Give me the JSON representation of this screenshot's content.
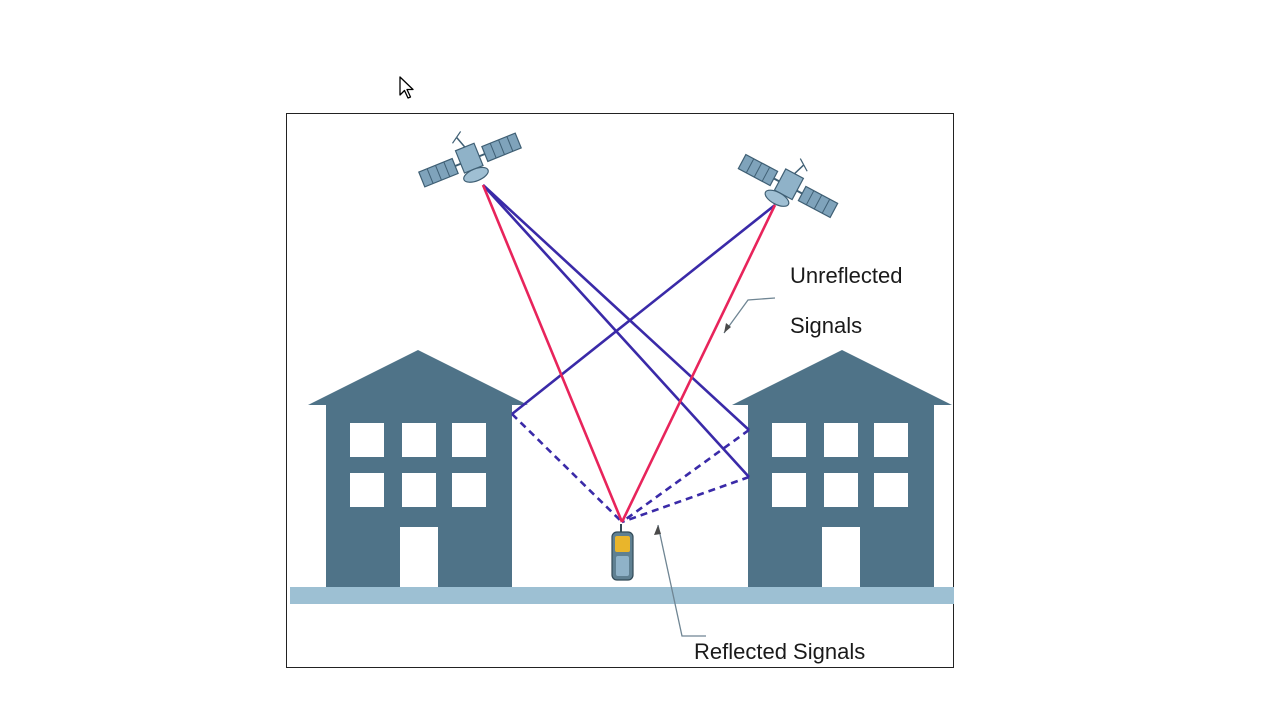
{
  "diagram": {
    "labels": {
      "unreflected_line1": "Unreflected",
      "unreflected_line2": "Signals",
      "reflected": "Reflected Signals"
    },
    "colors": {
      "building": "#4f7388",
      "building_window": "#ffffff",
      "ground": "#9dc0d3",
      "direct_signal": "#e8245b",
      "reflected_signal": "#3a2aa8",
      "satellite_body": "#7fa3bb",
      "receiver_body": "#5f8092",
      "receiver_screen": "#e9b52b"
    },
    "icons": {
      "satellite_left": "satellite-icon",
      "satellite_right": "satellite-icon",
      "receiver": "gps-receiver-icon",
      "cursor": "mouse-pointer-icon"
    }
  }
}
